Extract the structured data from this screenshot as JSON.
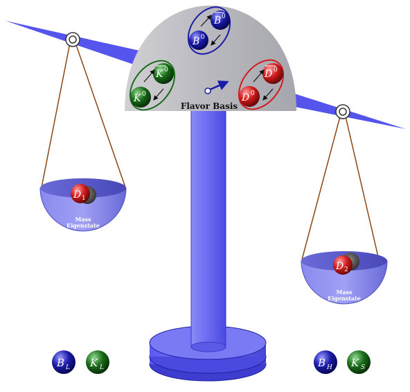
{
  "colors": {
    "beam": "#5555ee",
    "column": "#6f6ff2",
    "column_dark": "#3a3acc",
    "dome": "#bdbdc2",
    "string": "#8b4513",
    "blue_ball": "#1a1aa8",
    "green_ball": "#1a6b1a",
    "red_ball": "#d11b1b"
  },
  "dome": {
    "caption": "Flavor Basis",
    "pairs": [
      {
        "name": "B-mesons",
        "top": "B",
        "top_sup": "0",
        "bottom": "B",
        "bottom_sup": "0",
        "color": "blue"
      },
      {
        "name": "K-mesons",
        "top": "K",
        "top_sup": "0",
        "bottom": "K",
        "bottom_sup": "0",
        "color": "green"
      },
      {
        "name": "D-mesons",
        "top": "D",
        "top_sup": "0",
        "bottom": "D",
        "bottom_sup": "0",
        "color": "red"
      }
    ]
  },
  "left_pan": {
    "ball": "D",
    "ball_sub": "1",
    "caption_line1": "Mass",
    "caption_line2": "Eigenstate"
  },
  "right_pan": {
    "ball": "D",
    "ball_sub": "2",
    "caption_line1": "Mass",
    "caption_line2": "Eigenstate"
  },
  "floor_left": [
    {
      "base": "B",
      "sub": "L",
      "color": "blue"
    },
    {
      "base": "K",
      "sub": "L",
      "color": "green"
    }
  ],
  "floor_right": [
    {
      "base": "B",
      "sub": "H",
      "color": "blue"
    },
    {
      "base": "K",
      "sub": "S",
      "color": "green"
    }
  ]
}
